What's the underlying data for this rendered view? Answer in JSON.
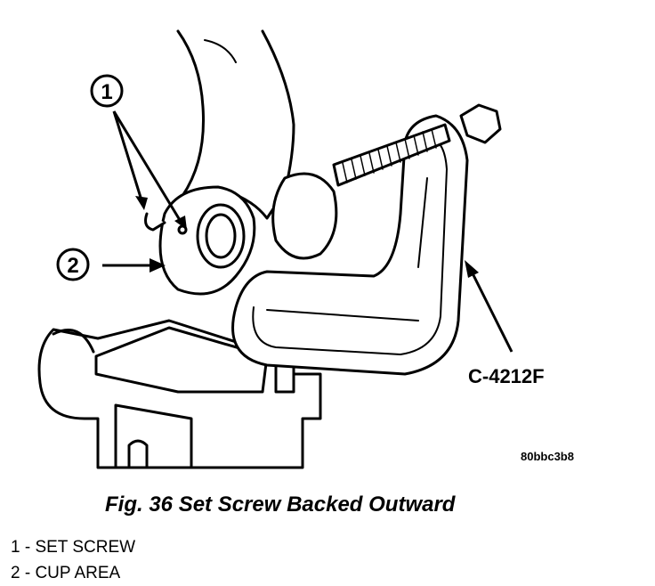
{
  "figure": {
    "callouts": [
      {
        "label": "1"
      },
      {
        "label": "2"
      }
    ],
    "tool_label": "C-4212F",
    "image_code": "80bbc3b8"
  },
  "caption": "Fig. 36 Set Screw Backed Outward",
  "legend": [
    {
      "text": "1 - SET SCREW"
    },
    {
      "text": "2 - CUP AREA"
    }
  ]
}
